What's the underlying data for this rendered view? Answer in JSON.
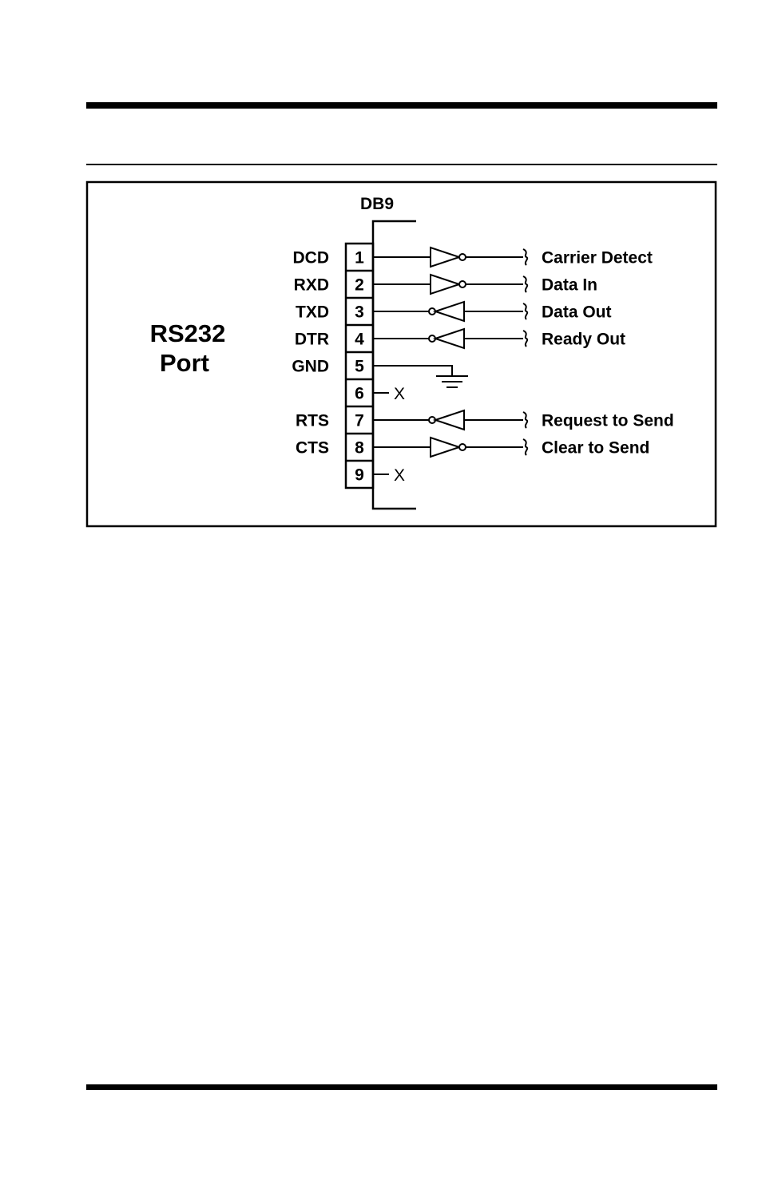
{
  "diagram": {
    "port_title_line1": "RS232",
    "port_title_line2": "Port",
    "connector_label": "DB9",
    "no_connect_mark": "X",
    "pins": [
      {
        "number": "1",
        "signal": "DCD",
        "description": "Carrier Detect",
        "buffer": "input"
      },
      {
        "number": "2",
        "signal": "RXD",
        "description": "Data In",
        "buffer": "input"
      },
      {
        "number": "3",
        "signal": "TXD",
        "description": "Data Out",
        "buffer": "output"
      },
      {
        "number": "4",
        "signal": "DTR",
        "description": "Ready Out",
        "buffer": "output"
      },
      {
        "number": "5",
        "signal": "GND",
        "description": "",
        "buffer": "ground"
      },
      {
        "number": "6",
        "signal": "",
        "description": "",
        "buffer": "none"
      },
      {
        "number": "7",
        "signal": "RTS",
        "description": "Request to Send",
        "buffer": "output"
      },
      {
        "number": "8",
        "signal": "CTS",
        "description": "Clear to Send",
        "buffer": "input"
      },
      {
        "number": "9",
        "signal": "",
        "description": "",
        "buffer": "none"
      }
    ]
  }
}
